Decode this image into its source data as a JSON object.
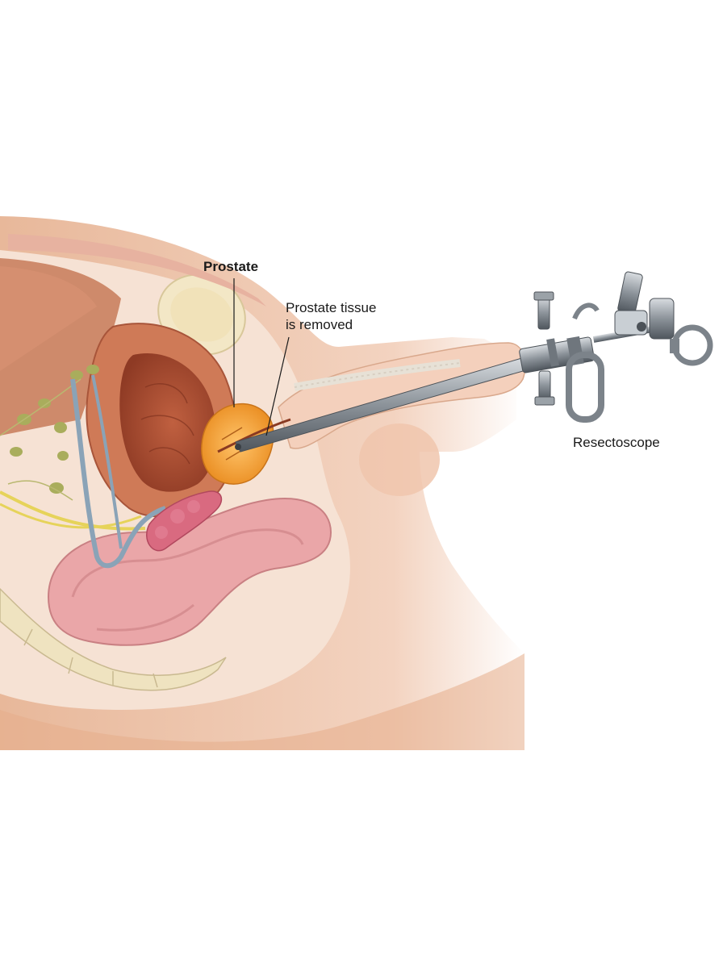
{
  "figure": {
    "labels": {
      "prostate": "Prostate",
      "tissue_line1": "Prostate tissue",
      "tissue_line2": "is removed",
      "resectoscope": "Resectoscope"
    },
    "colors": {
      "background": "#ffffff",
      "skin": "#f2d3bf",
      "skin_shadow": "#e3b596",
      "bladder": "#d07a5a",
      "bladder_inner": "#b3553a",
      "prostate": "#f3a030",
      "rectum": "#e8a3a6",
      "nerve": "#e6d35a",
      "vein": "#8da5b8",
      "vesicle": "#d9697e",
      "lymph": "#a9ad5c",
      "instrument": "#8a9096",
      "bone": "#f1e6c4"
    }
  }
}
